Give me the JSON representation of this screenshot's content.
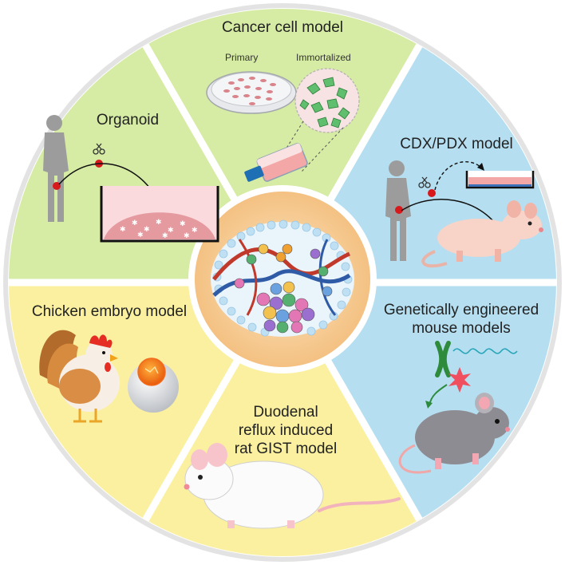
{
  "segments": {
    "cancer_cell": {
      "title": "Cancer cell model",
      "primary": "Primary",
      "immortalized": "Immortalized",
      "color": "#d6eba4"
    },
    "organoid": {
      "title": "Organoid",
      "color": "#d6eba4"
    },
    "cdx_pdx": {
      "title": "CDX/PDX model",
      "color": "#b5dff1"
    },
    "gemm": {
      "title_line1": "Genetically engineered",
      "title_line2": "mouse models",
      "color": "#b5dff1"
    },
    "rat_gist": {
      "title_line1": "Duodenal",
      "title_line2": "reflux induced",
      "title_line3": "rat GIST model",
      "color": "#faf0a0"
    },
    "chicken": {
      "title": "Chicken embryo model",
      "color": "#faf0a0"
    }
  },
  "center": {
    "icon": "tumor-microenvironment-icon",
    "color": "#f6c88c"
  },
  "icons": [
    "human-figure-icon",
    "scissors-icon",
    "petri-dish-icon",
    "culture-flask-icon",
    "organoid-well-icon",
    "nude-mouse-icon",
    "dna-chromosome-icon",
    "mouse-icon",
    "rat-icon",
    "chicken-icon",
    "egg-icon"
  ]
}
